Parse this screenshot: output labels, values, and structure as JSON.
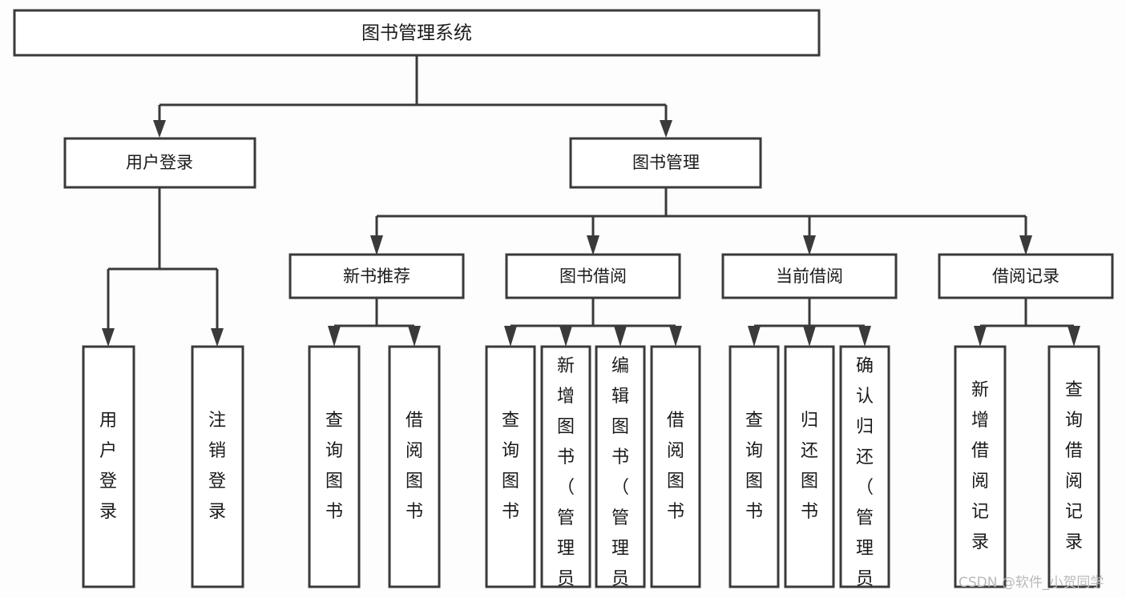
{
  "diagram": {
    "type": "hierarchy-tree",
    "title": "图书管理系统",
    "watermark": "CSDN @软件_小贺同学",
    "colors": {
      "stroke": "#3a3a3a",
      "box_fill": "#ffffff",
      "background": "#fdfdfd",
      "text": "#1a1a1a",
      "watermark": "#b9b9b9"
    },
    "root": {
      "label": "图书管理系统"
    },
    "level2": [
      {
        "label": "用户登录"
      },
      {
        "label": "图书管理"
      }
    ],
    "level3": [
      {
        "label": "新书推荐"
      },
      {
        "label": "图书借阅"
      },
      {
        "label": "当前借阅"
      },
      {
        "label": "借阅记录"
      }
    ],
    "leaves": {
      "user_login": [
        {
          "label": "用户登录",
          "lines": [
            "用",
            "户",
            "登",
            "录"
          ]
        },
        {
          "label": "注销登录",
          "lines": [
            "注",
            "销",
            "登",
            "录"
          ]
        }
      ],
      "new_book_recommend": [
        {
          "label": "查询图书",
          "lines": [
            "查",
            "询",
            "图",
            "书"
          ]
        },
        {
          "label": "借阅图书",
          "lines": [
            "借",
            "阅",
            "图",
            "书"
          ]
        }
      ],
      "book_borrow": [
        {
          "label": "查询图书",
          "lines": [
            "查",
            "询",
            "图",
            "书"
          ]
        },
        {
          "label": "新增图书（管理员）",
          "lines": [
            "新",
            "增",
            "图",
            "书",
            "（",
            "管",
            "理",
            "员",
            "）"
          ]
        },
        {
          "label": "编辑图书（管理员）",
          "lines": [
            "编",
            "辑",
            "图",
            "书",
            "（",
            "管",
            "理",
            "员",
            "）"
          ]
        },
        {
          "label": "借阅图书",
          "lines": [
            "借",
            "阅",
            "图",
            "书"
          ]
        }
      ],
      "current_borrow": [
        {
          "label": "查询图书",
          "lines": [
            "查",
            "询",
            "图",
            "书"
          ]
        },
        {
          "label": "归还图书",
          "lines": [
            "归",
            "还",
            "图",
            "书"
          ]
        },
        {
          "label": "确认归还（管理员）",
          "lines": [
            "确",
            "认",
            "归",
            "还",
            "（",
            "管",
            "理",
            "员",
            "）"
          ]
        }
      ],
      "borrow_record": [
        {
          "label": "新增借阅记录",
          "lines": [
            "新",
            "增",
            "借",
            "阅",
            "记",
            "录"
          ]
        },
        {
          "label": "查询借阅记录",
          "lines": [
            "查",
            "询",
            "借",
            "阅",
            "记",
            "录"
          ]
        }
      ]
    }
  }
}
